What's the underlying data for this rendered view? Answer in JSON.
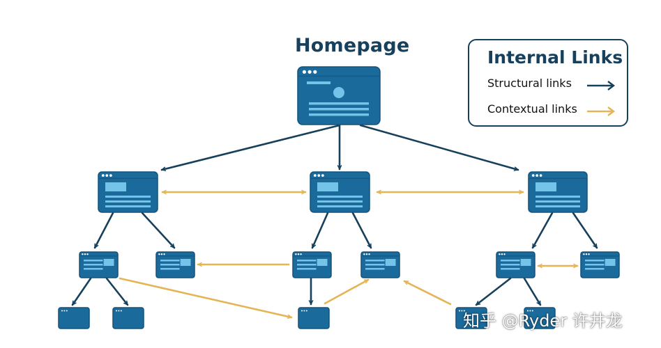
{
  "header": {
    "title": "Homepage"
  },
  "legend": {
    "title": "Internal Links",
    "items": [
      {
        "label": "Structural links",
        "color": "#16405c"
      },
      {
        "label": "Contextual links",
        "color": "#e5b454"
      }
    ]
  },
  "watermark": {
    "text": "知乎 @Ryder 许井龙"
  },
  "colors": {
    "page_fill": "#1a6a9c",
    "page_border": "#15527a",
    "page_light": "#75c3e8",
    "structural": "#16405c",
    "contextual": "#e5b454"
  },
  "nodes": [
    {
      "id": "homepage",
      "level": 0
    },
    {
      "id": "l1-left",
      "level": 1
    },
    {
      "id": "l1-center",
      "level": 1
    },
    {
      "id": "l1-right",
      "level": 1
    },
    {
      "id": "l2-a",
      "level": 2
    },
    {
      "id": "l2-b",
      "level": 2
    },
    {
      "id": "l2-c",
      "level": 2
    },
    {
      "id": "l2-d",
      "level": 2
    },
    {
      "id": "l2-e",
      "level": 2
    },
    {
      "id": "l2-f",
      "level": 2
    },
    {
      "id": "l3-a",
      "level": 3
    },
    {
      "id": "l3-b",
      "level": 3
    },
    {
      "id": "l3-c",
      "level": 3
    },
    {
      "id": "l3-d",
      "level": 3
    },
    {
      "id": "l3-e",
      "level": 3
    }
  ],
  "links": [
    {
      "from": "homepage",
      "to": "l1-left",
      "type": "structural"
    },
    {
      "from": "homepage",
      "to": "l1-center",
      "type": "structural"
    },
    {
      "from": "homepage",
      "to": "l1-right",
      "type": "structural"
    },
    {
      "from": "l1-left",
      "to": "l2-a",
      "type": "structural"
    },
    {
      "from": "l1-left",
      "to": "l2-b",
      "type": "structural"
    },
    {
      "from": "l1-center",
      "to": "l2-c",
      "type": "structural"
    },
    {
      "from": "l1-center",
      "to": "l2-d",
      "type": "structural"
    },
    {
      "from": "l1-right",
      "to": "l2-e",
      "type": "structural"
    },
    {
      "from": "l1-right",
      "to": "l2-f",
      "type": "structural"
    },
    {
      "from": "l2-a",
      "to": "l3-a",
      "type": "structural"
    },
    {
      "from": "l2-a",
      "to": "l3-b",
      "type": "structural"
    },
    {
      "from": "l2-c",
      "to": "l3-c",
      "type": "structural"
    },
    {
      "from": "l2-e",
      "to": "l3-d",
      "type": "structural"
    },
    {
      "from": "l2-e",
      "to": "l3-e",
      "type": "structural"
    },
    {
      "from": "l1-left",
      "to": "l1-center",
      "type": "contextual",
      "bidirectional": true
    },
    {
      "from": "l1-center",
      "to": "l1-right",
      "type": "contextual",
      "bidirectional": true
    },
    {
      "from": "l2-c",
      "to": "l2-b",
      "type": "contextual"
    },
    {
      "from": "l2-e",
      "to": "l2-f",
      "type": "contextual",
      "bidirectional": true
    },
    {
      "from": "l2-a",
      "to": "l3-c",
      "type": "contextual"
    },
    {
      "from": "l3-c",
      "to": "l2-d",
      "type": "contextual"
    },
    {
      "from": "l3-d",
      "to": "l2-d",
      "type": "contextual"
    }
  ]
}
